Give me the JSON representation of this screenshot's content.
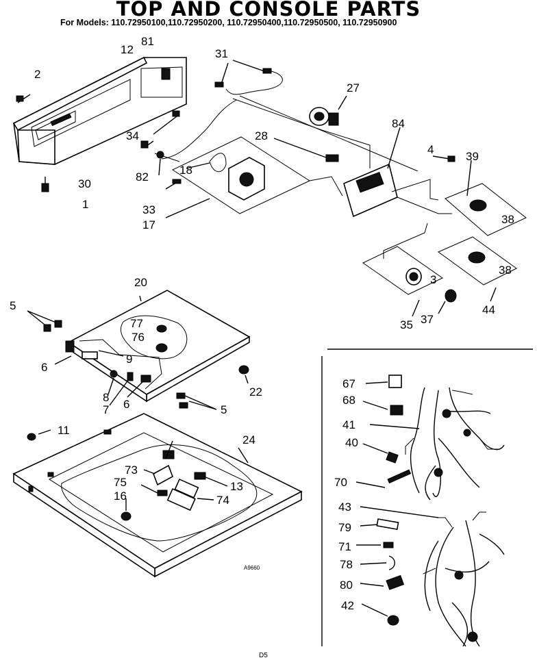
{
  "title": "TOP AND CONSOLE PARTS",
  "subtitle": "For Models: 110.72950100,110.72950200, 110.72950400,110.72950500, 110.72950900",
  "drawing_code": "A9660",
  "page_number": "D5",
  "callouts": {
    "c1": "1",
    "c2": "2",
    "c3": "3",
    "c4": "4",
    "c5a": "5",
    "c5b": "5",
    "c6a": "6",
    "c6b": "6",
    "c7": "7",
    "c8": "8",
    "c9": "9",
    "c11": "11",
    "c12": "12",
    "c13": "13",
    "c16": "16",
    "c17": "17",
    "c18": "18",
    "c20": "20",
    "c22": "22",
    "c24": "24",
    "c27": "27",
    "c28": "28",
    "c30": "30",
    "c31": "31",
    "c33": "33",
    "c34": "34",
    "c35": "35",
    "c37": "37",
    "c38a": "38",
    "c38b": "38",
    "c39": "39",
    "c40": "40",
    "c41": "41",
    "c42": "42",
    "c43": "43",
    "c44": "44",
    "c67": "67",
    "c68": "68",
    "c70": "70",
    "c71": "71",
    "c73": "73",
    "c74": "74",
    "c75": "75",
    "c76": "76",
    "c77": "77",
    "c78": "78",
    "c79": "79",
    "c80": "80",
    "c81": "81",
    "c82": "82",
    "c84": "84"
  }
}
